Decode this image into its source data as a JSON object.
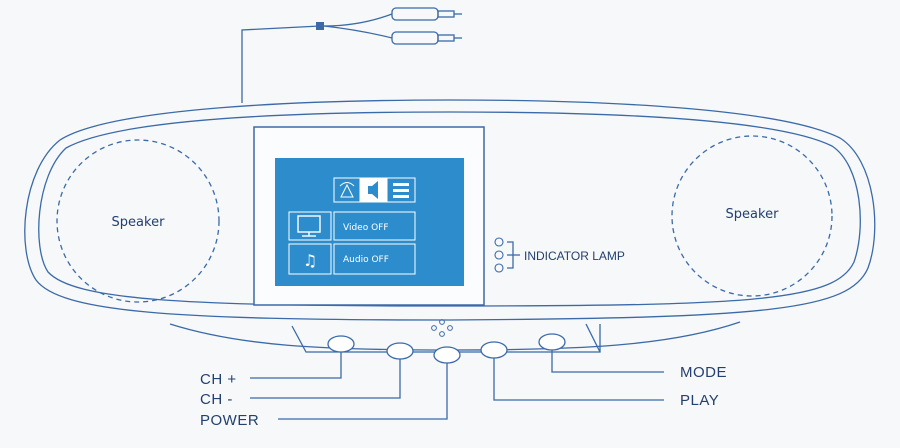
{
  "speakers": {
    "left_label": "Speaker",
    "right_label": "Speaker"
  },
  "screen": {
    "video_label": "Video OFF",
    "audio_label": "Audio OFF",
    "bg_color": "#2d8ccb"
  },
  "indicator": {
    "label": "INDICATOR LAMP"
  },
  "buttons": {
    "ch_plus": "CH +",
    "ch_minus": "CH -",
    "power": "POWER",
    "mode": "MODE",
    "play": "PLAY"
  },
  "icons": [
    "antenna-icon",
    "speaker-icon",
    "menu-list-icon",
    "monitor-icon",
    "music-notes-icon"
  ],
  "colors": {
    "line": "#3b6aa8",
    "text": "#23406e",
    "screen": "#2d8ccb"
  }
}
